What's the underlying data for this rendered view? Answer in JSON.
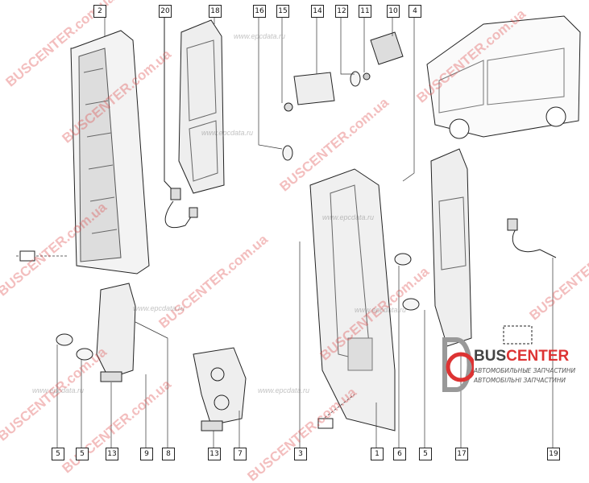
{
  "diagram": {
    "callouts_top": [
      "2",
      "20",
      "18",
      "16",
      "15",
      "14",
      "12",
      "11",
      "10",
      "4"
    ],
    "callouts_bottom": [
      "5",
      "5",
      "13",
      "9",
      "8",
      "13",
      "7",
      "3",
      "1",
      "6",
      "5",
      "17",
      "19"
    ]
  },
  "watermarks": {
    "brand": "BUSCENTER.com.ua",
    "epc": "www.epcdata.ru"
  },
  "logo": {
    "name_part1": "BUS",
    "name_part2": "CENTER",
    "tagline_ru": "АВТОМОБИЛЬНЫЕ ЗАПЧАСТИНИ",
    "tagline_ua": "АВТОМОБІЛЬНІ ЗАПЧАСТИНИ"
  },
  "colors": {
    "watermark": "#dc4646",
    "line": "#222222"
  }
}
